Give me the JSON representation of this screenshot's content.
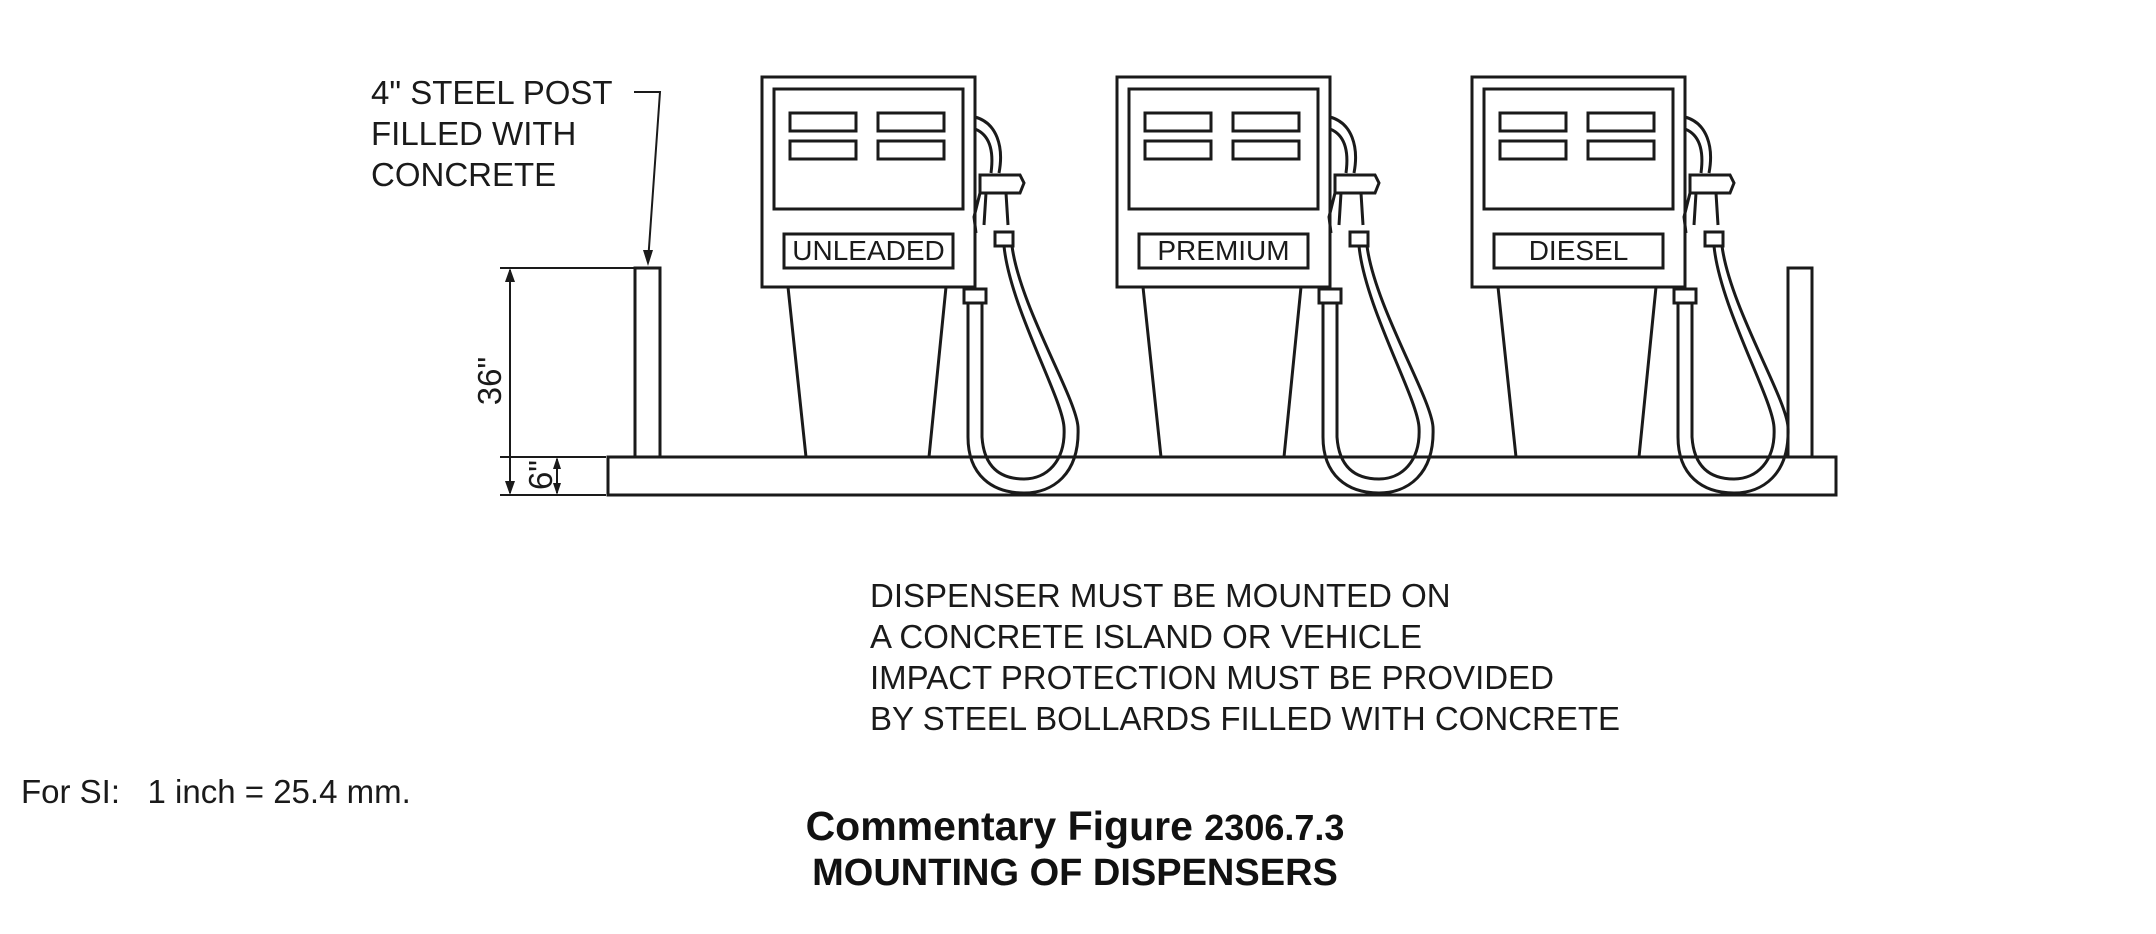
{
  "post_note": [
    "4\" STEEL POST",
    "FILLED WITH",
    "CONCRETE"
  ],
  "dimensions": {
    "post_height": "36\"",
    "island_height": "6\""
  },
  "dispensers": [
    {
      "label": "UNLEADED"
    },
    {
      "label": "PREMIUM"
    },
    {
      "label": "DIESEL"
    }
  ],
  "instruction": [
    "DISPENSER MUST BE MOUNTED ON",
    "A CONCRETE ISLAND OR VEHICLE",
    "IMPACT PROTECTION MUST BE PROVIDED",
    "BY STEEL BOLLARDS FILLED WITH CONCRETE"
  ],
  "si_note": "For SI:   1 inch = 25.4 mm.",
  "caption": {
    "prefix": "Commentary Figure ",
    "number": "2306.7.3",
    "title": "MOUNTING OF DISPENSERS"
  }
}
